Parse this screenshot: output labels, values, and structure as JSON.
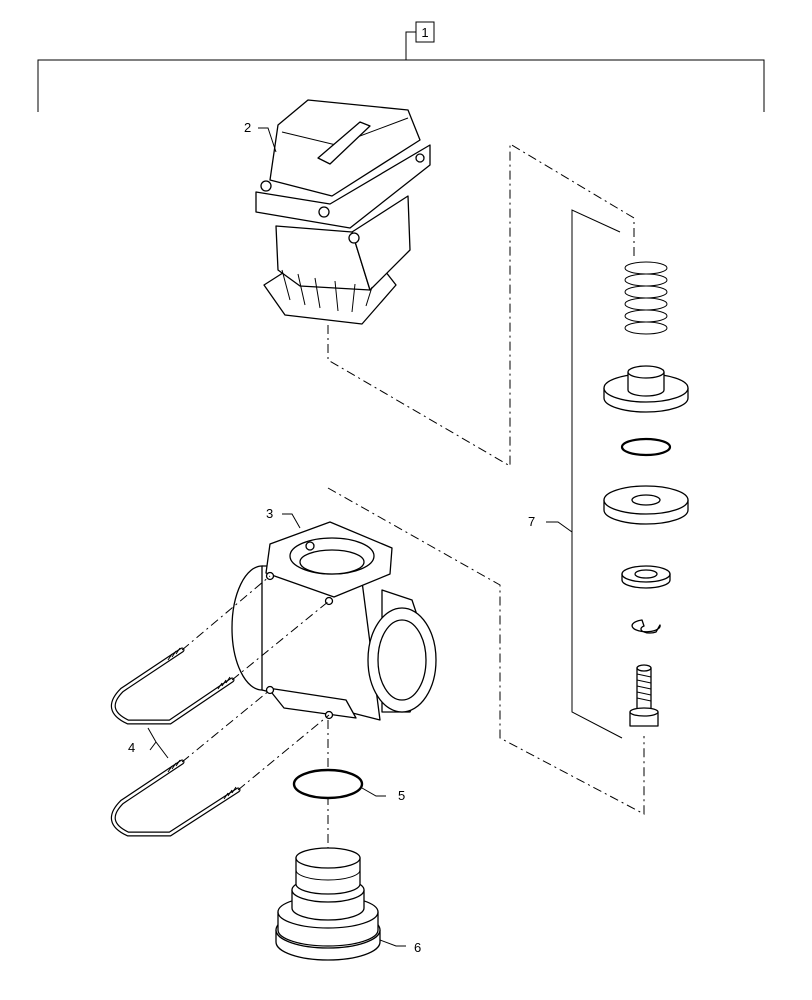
{
  "diagram": {
    "callouts": {
      "assembly": "1",
      "cover": "2",
      "valve_body": "3",
      "u_bolts": "4",
      "o_ring": "5",
      "plug": "6",
      "check_valve_kit": "7"
    }
  }
}
